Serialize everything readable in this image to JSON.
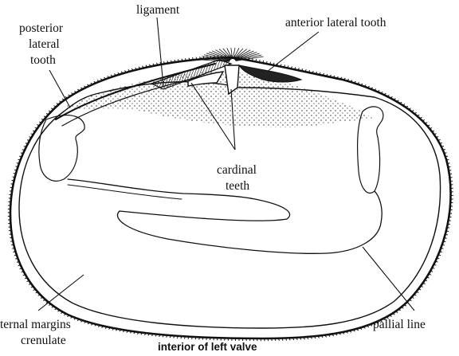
{
  "labels": {
    "ligament": "ligament",
    "anterior_lateral_tooth": "anterior lateral tooth",
    "posterior_lateral_tooth": [
      "posterior",
      "lateral",
      "tooth"
    ],
    "cardinal_teeth": [
      "cardinal",
      "teeth"
    ],
    "internal_margins": [
      "ternal margins",
      "crenulate"
    ],
    "pallial_line": "pallial line"
  },
  "caption": "interior of left valve"
}
